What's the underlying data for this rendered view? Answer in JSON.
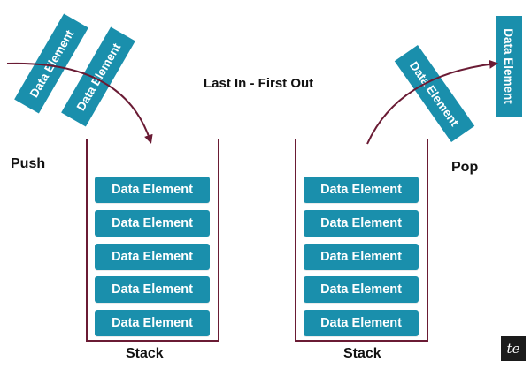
{
  "title": "Last In - First Out",
  "push_label": "Push",
  "pop_label": "Pop",
  "element_label": "Data Element",
  "stacks": [
    {
      "label": "Stack",
      "items": [
        "Data Element",
        "Data Element",
        "Data Element",
        "Data Element",
        "Data Element"
      ]
    },
    {
      "label": "Stack",
      "items": [
        "Data Element",
        "Data Element",
        "Data Element",
        "Data Element",
        "Data Element"
      ]
    }
  ],
  "logo_text": "te",
  "colors": {
    "box": "#1a8fac",
    "arrow": "#6a1b34",
    "text": "#111111"
  }
}
